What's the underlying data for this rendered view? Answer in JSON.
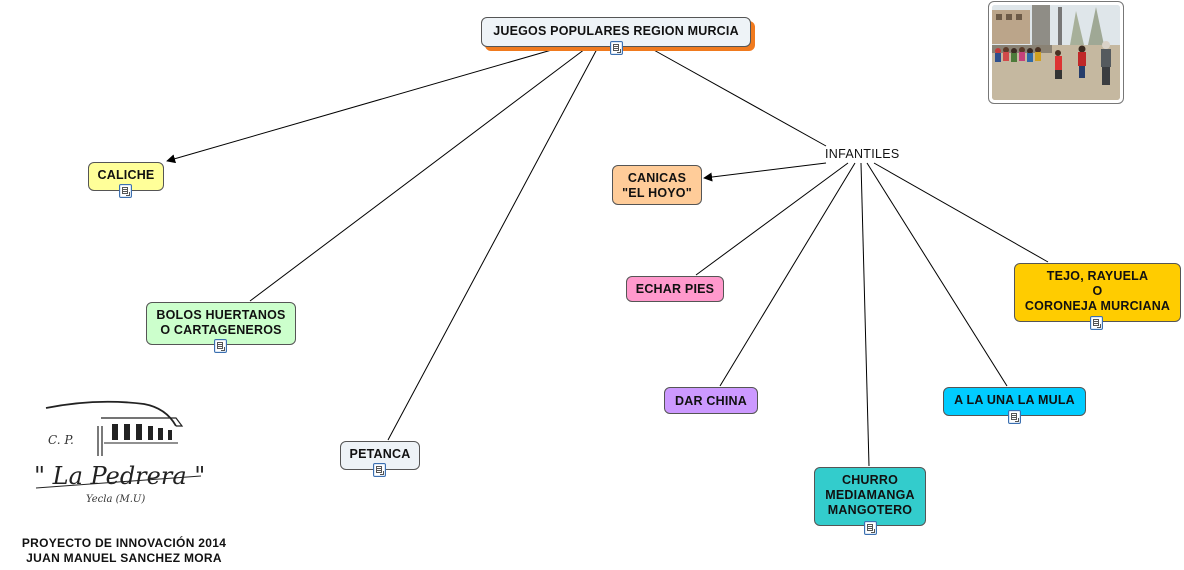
{
  "root": {
    "label": "JUEGOS POPULARES REGION MURCIA",
    "bg": "#eef3f7",
    "shadow": "#f07a1e"
  },
  "branch_infantiles": {
    "label": "INFANTILES"
  },
  "nodes": [
    {
      "id": "caliche",
      "label": "CALICHE",
      "bg": "#ffff99"
    },
    {
      "id": "bolos",
      "label": "BOLOS HUERTANOS\nO CARTAGENEROS",
      "bg": "#ccffcc"
    },
    {
      "id": "petanca",
      "label": "PETANCA",
      "bg": "#eef3f7"
    },
    {
      "id": "canicas",
      "label": "CANICAS\n\"EL HOYO\"",
      "bg": "#ffcc99"
    },
    {
      "id": "echar-pies",
      "label": "ECHAR PIES",
      "bg": "#ff99cc"
    },
    {
      "id": "dar-china",
      "label": "DAR CHINA",
      "bg": "#cc99ff"
    },
    {
      "id": "churro",
      "label": "CHURRO\nMEDIAMANGA\nMANGOTERO",
      "bg": "#33cccc"
    },
    {
      "id": "la-mula",
      "label": "A LA UNA LA MULA",
      "bg": "#00ccff"
    },
    {
      "id": "tejo",
      "label": "TEJO, RAYUELA\nO\nCORONEJA MURCIANA",
      "bg": "#ffcc00"
    }
  ],
  "icons": {
    "resource": "document-icon"
  },
  "logo": {
    "line1": "C. P.",
    "line2": "\" La Pedrera \"",
    "line3": "Yecla (M.U)"
  },
  "footer": {
    "line1": "PROYECTO DE INNOVACIÓN 2014",
    "line2": "JUAN MANUEL SANCHEZ MORA"
  }
}
